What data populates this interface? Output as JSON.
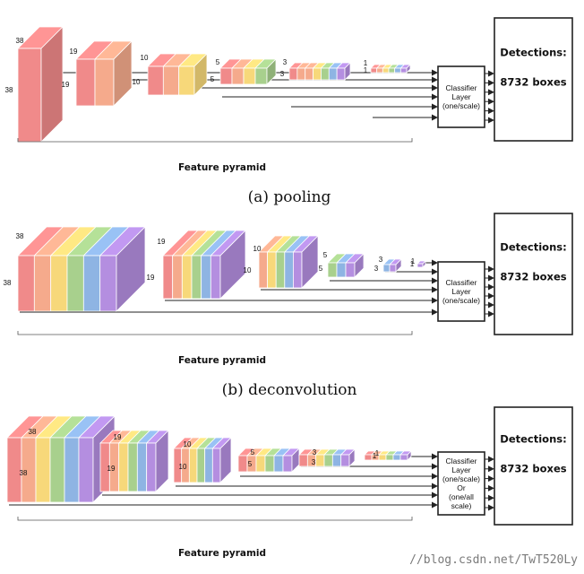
{
  "colors": {
    "red": "#f08a8a",
    "salmon": "#f5aa8c",
    "yellow": "#f7d87a",
    "green": "#a8d08d",
    "blue": "#8eb4e3",
    "purple": "#b48ee0",
    "line": "#222222"
  },
  "panels": [
    {
      "caption": "(a) pooling",
      "pyramid_label": "Feature pyramid",
      "classifier_lines": [
        "Classifier",
        "Layer",
        "(one/scale)"
      ],
      "detections_title": "Detections:",
      "detections_count": "8732 boxes",
      "blocks": [
        {
          "top_label": "38",
          "side_label": "38"
        },
        {
          "top_label": "19",
          "side_label": "19"
        },
        {
          "top_label": "10",
          "side_label": "10"
        },
        {
          "top_label": "5",
          "side_label": "5"
        },
        {
          "top_label": "3",
          "side_label": "3"
        },
        {
          "top_label": "1",
          "side_label": "1"
        }
      ]
    },
    {
      "caption": "(b) deconvolution",
      "pyramid_label": "Feature pyramid",
      "classifier_lines": [
        "Classifier",
        "Layer",
        "(one/scale)"
      ],
      "detections_title": "Detections:",
      "detections_count": "8732 boxes",
      "blocks": [
        {
          "top_label": "38",
          "side_label": "38"
        },
        {
          "top_label": "19",
          "side_label": "19"
        },
        {
          "top_label": "10",
          "side_label": "10"
        },
        {
          "top_label": "5",
          "side_label": "5"
        },
        {
          "top_label": "3",
          "side_label": "3"
        },
        {
          "top_label": "1",
          "side_label": "1"
        }
      ]
    },
    {
      "caption": "",
      "pyramid_label": "Feature pyramid",
      "classifier_lines": [
        "Classifier",
        "Layer",
        "(one/scale)",
        "Or",
        "(one/all",
        "scale)"
      ],
      "detections_title": "Detections:",
      "detections_count": "8732 boxes",
      "blocks": [
        {
          "top_label": "38",
          "side_label": "38"
        },
        {
          "top_label": "19",
          "side_label": "19"
        },
        {
          "top_label": "10",
          "side_label": "10"
        },
        {
          "top_label": "5",
          "side_label": "5"
        },
        {
          "top_label": "3",
          "side_label": "3"
        },
        {
          "top_label": "1",
          "side_label": "1"
        }
      ]
    }
  ],
  "watermark": "//blog.csdn.net/TwT520Ly"
}
